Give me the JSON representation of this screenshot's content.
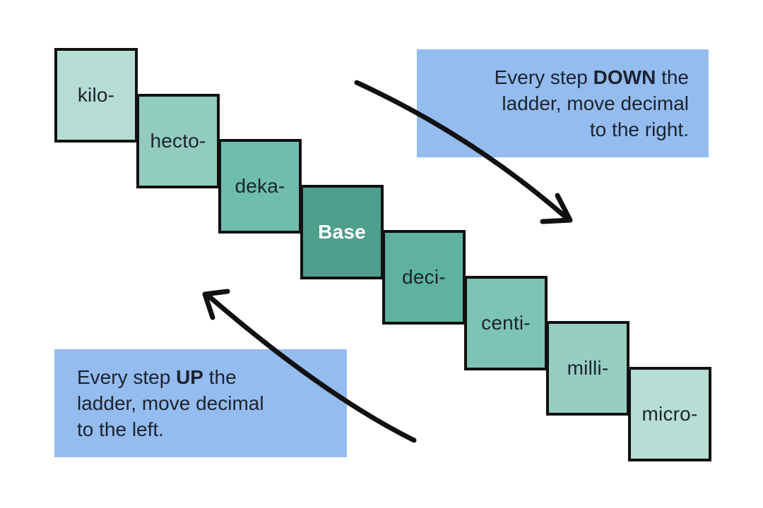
{
  "canvas": {
    "background": "#ffffff"
  },
  "ladder": {
    "description": "metric prefix staircase, top-left to bottom-right",
    "border_color": "#101010",
    "label_color": "#1b2330",
    "steps": [
      {
        "label": "kilo-",
        "color": "#b6ddd3",
        "text_color": "#1b2330"
      },
      {
        "label": "hecto-",
        "color": "#92ccbf",
        "text_color": "#1b2330"
      },
      {
        "label": "deka-",
        "color": "#6fbdac",
        "text_color": "#1b2330"
      },
      {
        "label": "Base",
        "color": "#4f9f8d",
        "text_color": "#ffffff"
      },
      {
        "label": "deci-",
        "color": "#5fb2a1",
        "text_color": "#1b2330"
      },
      {
        "label": "centi-",
        "color": "#7dc4b5",
        "text_color": "#1b2330"
      },
      {
        "label": "milli-",
        "color": "#97cec2",
        "text_color": "#1b2330"
      },
      {
        "label": "micro-",
        "color": "#b6ded4",
        "text_color": "#1b2330"
      }
    ]
  },
  "notes": {
    "bg": "#94bcee",
    "text_color": "#1b2330",
    "down": {
      "line1_pre": "Every step ",
      "line1_bold": "DOWN",
      "line1_post": " the",
      "line2": "ladder, move decimal",
      "line3": "to the right."
    },
    "up": {
      "line1_pre": "Every step ",
      "line1_bold": "UP",
      "line1_post": " the",
      "line2": "ladder, move decimal",
      "line3": "to the left."
    }
  },
  "arrows": {
    "color": "#111111",
    "down_meaning": "points down-right toward smaller prefixes",
    "up_meaning": "points up-left toward larger prefixes"
  }
}
